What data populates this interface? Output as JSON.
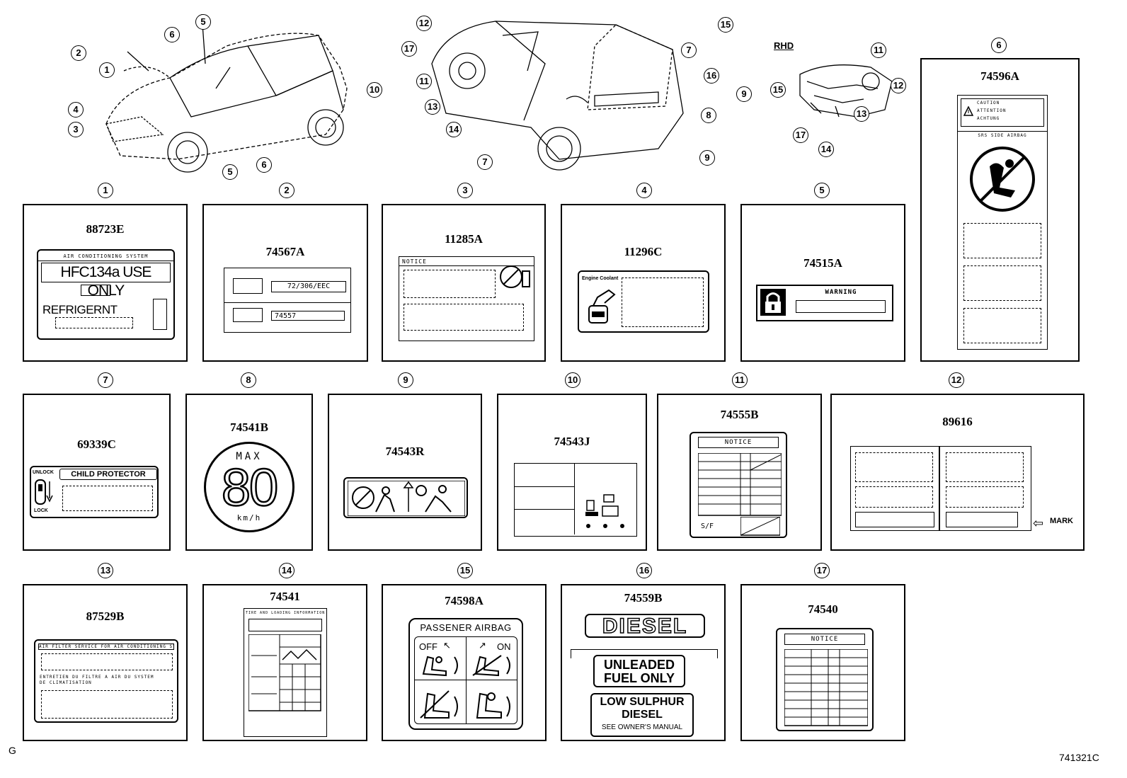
{
  "header": {
    "rhd_label": "RHD"
  },
  "overview_callouts": {
    "car1": [
      "5",
      "6",
      "2",
      "1",
      "4",
      "3",
      "5",
      "6",
      "10"
    ],
    "car2": [
      "12",
      "17",
      "11",
      "13",
      "14",
      "7",
      "15",
      "7",
      "16",
      "9",
      "8",
      "9"
    ],
    "dash": [
      "11",
      "15",
      "12",
      "13",
      "17",
      "14"
    ]
  },
  "panels": [
    {
      "num": "1",
      "part": "88723E",
      "texts": {
        "header": "AIR CONDITIONING SYSTEM",
        "main": "HFC134a USE ONLY",
        "sub": "REFRIGERNT"
      }
    },
    {
      "num": "2",
      "part": "74567A",
      "texts": {
        "line1": "72/306/EEC",
        "line2": "74557"
      }
    },
    {
      "num": "3",
      "part": "11285A",
      "texts": {
        "header": "NOTICE"
      }
    },
    {
      "num": "4",
      "part": "11296C",
      "texts": {
        "header": "Engine Coolant"
      }
    },
    {
      "num": "5",
      "part": "74515A",
      "texts": {
        "header": "WARNING"
      }
    },
    {
      "num": "6",
      "part": "74596A",
      "texts": {
        "line1": "CAUTION",
        "line2": "ATTENTION",
        "line3": "ACHTUNG",
        "sub": "SRS SIDE AIRBAG"
      }
    },
    {
      "num": "7",
      "part": "69339C",
      "texts": {
        "left_top": "UNLOCK",
        "main": "CHILD PROTECTOR",
        "left_bottom": "LOCK"
      }
    },
    {
      "num": "8",
      "part": "74541B",
      "texts": {
        "top": "MAX",
        "value": "80",
        "unit": "km/h"
      }
    },
    {
      "num": "9",
      "part": "74543R",
      "texts": {}
    },
    {
      "num": "10",
      "part": "74543J",
      "texts": {}
    },
    {
      "num": "11",
      "part": "74555B",
      "texts": {
        "header": "NOTICE",
        "footer": "S/F"
      }
    },
    {
      "num": "12",
      "part": "89616",
      "texts": {
        "mark": "MARK"
      }
    },
    {
      "num": "13",
      "part": "87529B",
      "texts": {
        "line1": "AIR FILTER SERVICE FOR AIR CONDITIONING SYSTEM",
        "line2": "ENTRETIEN DU FILTRE A AIR DU SYSTEM",
        "line3": "DE CLIMATISATION"
      }
    },
    {
      "num": "14",
      "part": "74541",
      "texts": {
        "header": "TIRE AND LOADING INFORMATION"
      }
    },
    {
      "num": "15",
      "part": "74598A",
      "texts": {
        "header": "PASSENER AIRBAG",
        "off": "OFF",
        "on": "ON"
      }
    },
    {
      "num": "16",
      "part": "74559B",
      "texts": {
        "diesel": "DIESEL",
        "unleaded1": "UNLEADED",
        "unleaded2": "FUEL ONLY",
        "low1": "LOW SULPHUR",
        "low2": "DIESEL",
        "low3": "SEE OWNER'S MANUAL"
      }
    },
    {
      "num": "17",
      "part": "74540",
      "texts": {
        "header": "NOTICE"
      }
    }
  ],
  "footer": {
    "left": "G",
    "right": "741321C"
  }
}
